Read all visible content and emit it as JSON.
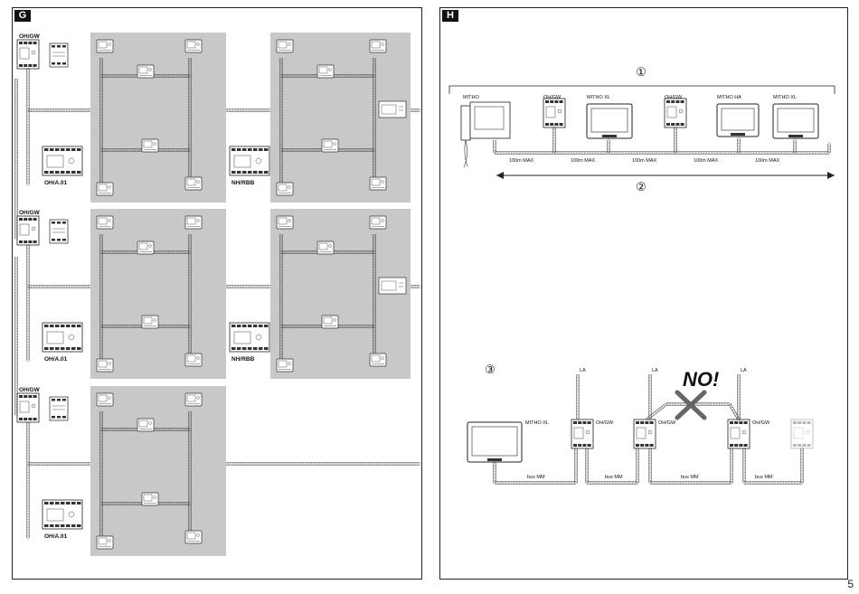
{
  "page_number": "5",
  "panel_g": {
    "tag": "G",
    "gateway_label": "OH/GW",
    "supply_label": "OH/A.01",
    "repeater_label": "NH/RBB"
  },
  "panel_h": {
    "tag": "H",
    "callout_1": "①",
    "callout_2": "②",
    "callout_3": "③",
    "upper": {
      "device_labels": [
        "MITHO",
        "OH/GW",
        "MITHO XL",
        "OH/GW",
        "MITHO HA",
        "MITHO XL"
      ],
      "distance_label": "100m MAX"
    },
    "lower": {
      "monitor_label": "MITHO XL",
      "gateway_label": "OH/GW",
      "riser_label": "LA",
      "bus_label": "bus MM",
      "warning": "NO!"
    }
  }
}
